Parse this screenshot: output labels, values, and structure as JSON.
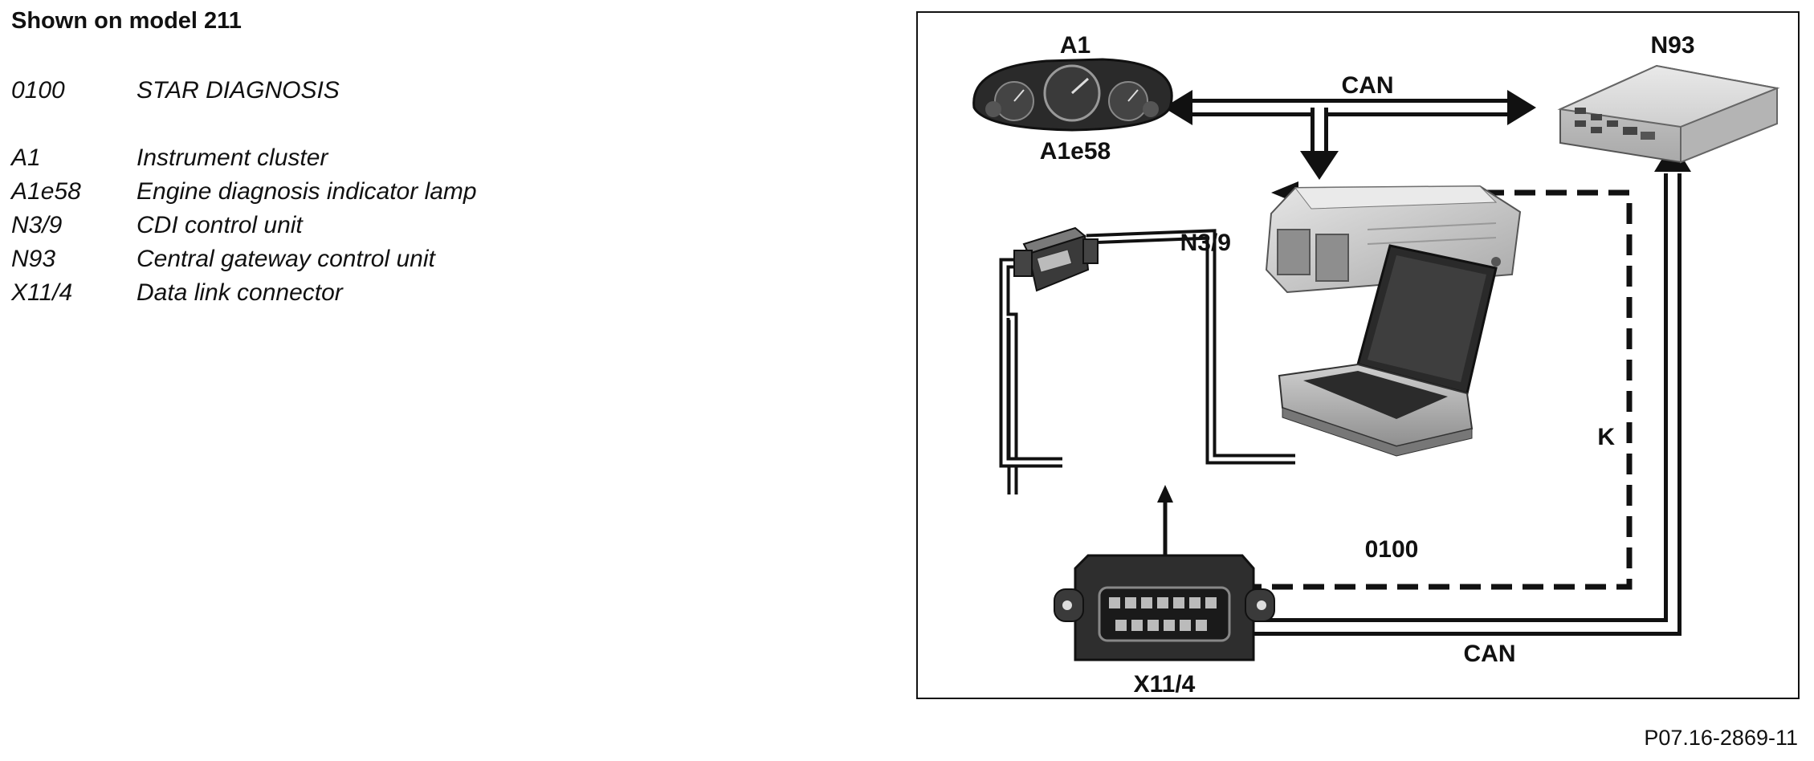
{
  "heading": "Shown on model 211",
  "legend": [
    {
      "code": "0100",
      "description": "STAR DIAGNOSIS"
    },
    {
      "code": "A1",
      "description": "Instrument cluster"
    },
    {
      "code": "A1e58",
      "description": "Engine diagnosis indicator lamp"
    },
    {
      "code": "N3/9",
      "description": "CDI control unit"
    },
    {
      "code": "N93",
      "description": "Central gateway control unit"
    },
    {
      "code": "X11/4",
      "description": "Data link connector"
    }
  ],
  "diagram": {
    "labels": {
      "a1": "A1",
      "a1e58": "A1e58",
      "n93": "N93",
      "n39": "N3/9",
      "can_top": "CAN",
      "can_bottom": "CAN",
      "k_line": "K",
      "star": "0100",
      "x114": "X11/4"
    }
  },
  "figure_code": "P07.16-2869-11"
}
